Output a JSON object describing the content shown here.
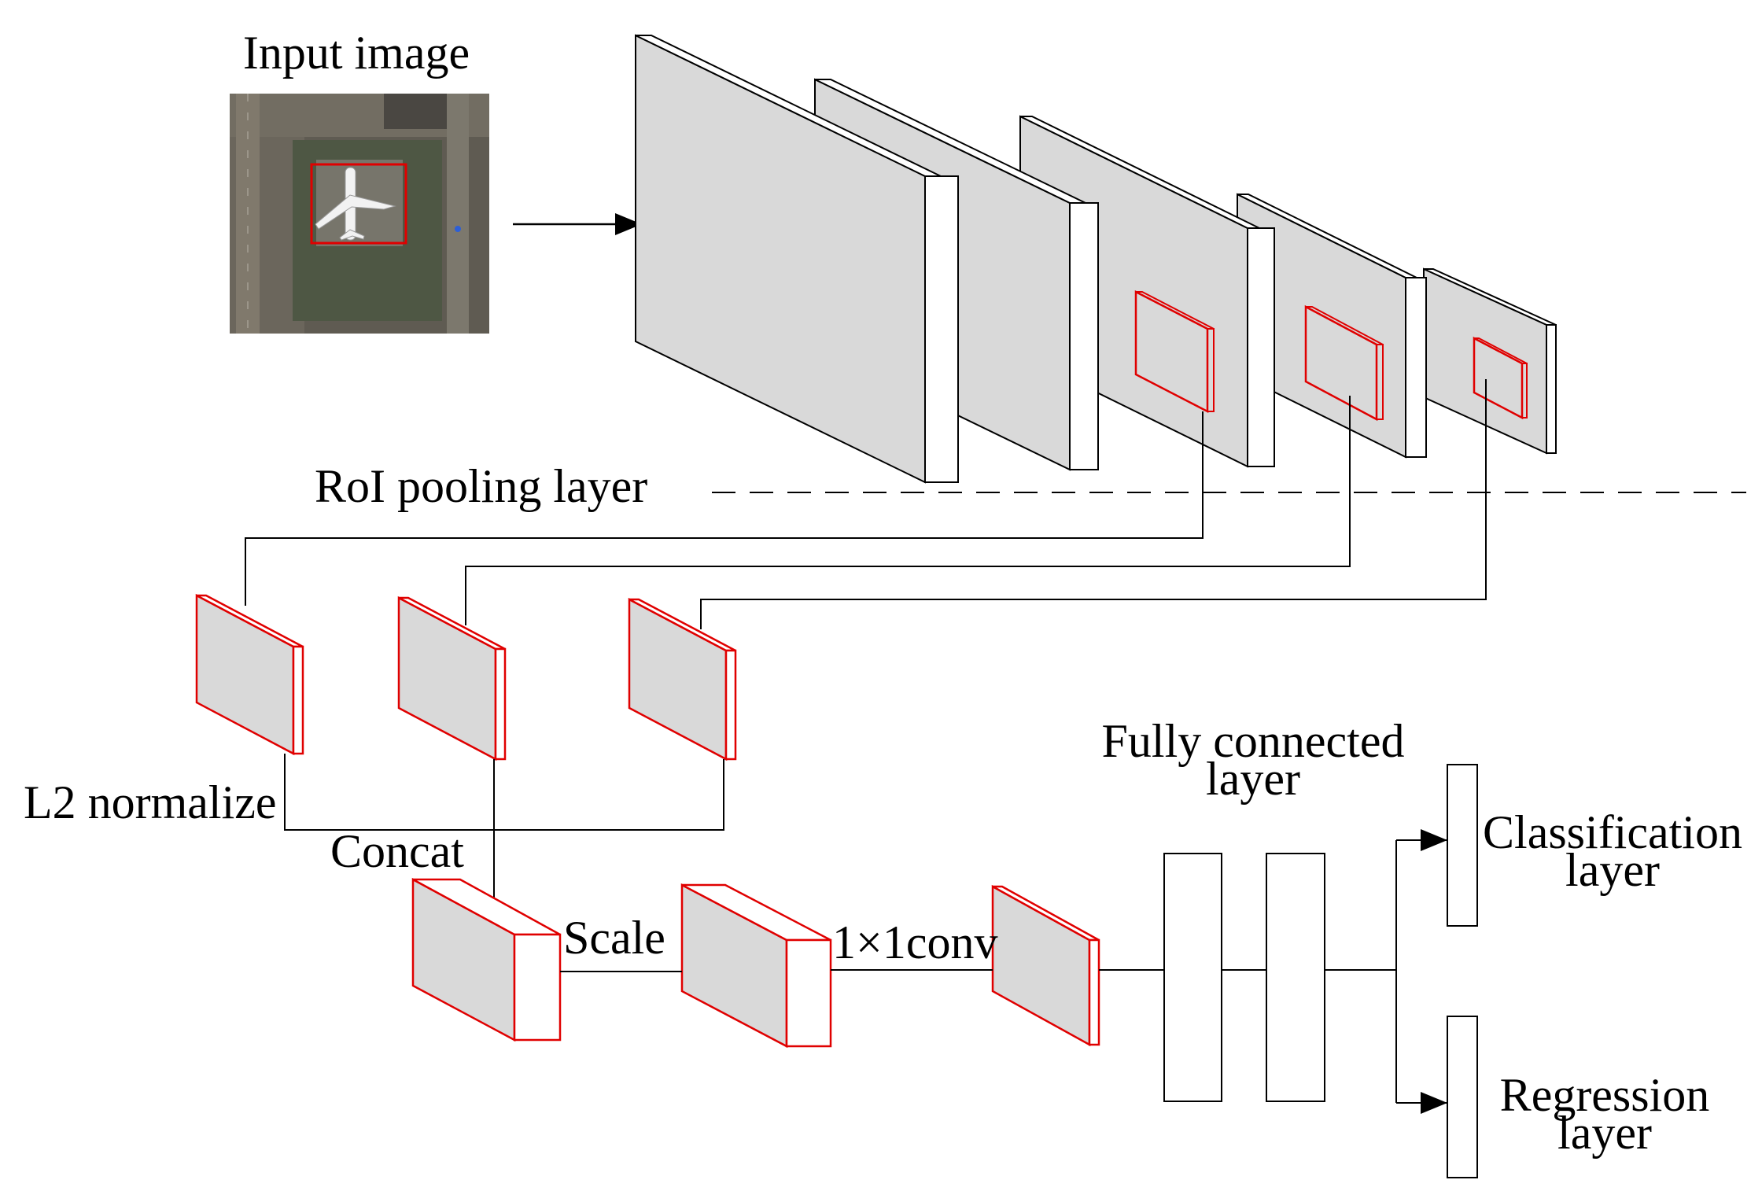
{
  "labels": {
    "input_image": "Input image",
    "roi_pooling": "RoI pooling layer",
    "l2_normalize": "L2 normalize",
    "concat": "Concat",
    "scale": "Scale",
    "conv1x1": "1×1conv",
    "fc_line1": "Fully connected",
    "fc_line2": "layer",
    "cls_line1": "Classification",
    "cls_line2": "layer",
    "reg_line1": "Regression",
    "reg_line2": "layer"
  },
  "colors": {
    "face_fill": "#d9d9d9",
    "outline": "#000000",
    "highlight": "#e00000",
    "background": "#ffffff"
  }
}
